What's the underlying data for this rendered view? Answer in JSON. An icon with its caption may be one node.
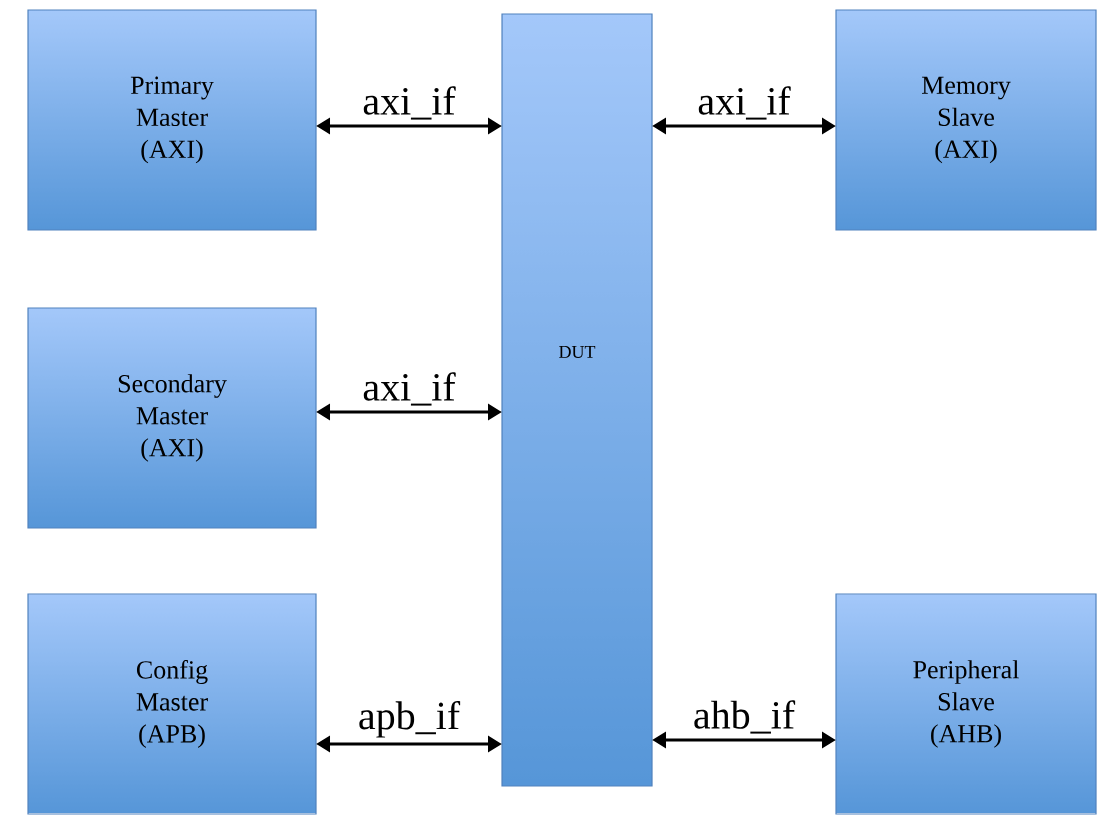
{
  "diagram": {
    "nodes": [
      {
        "text": [
          "Primary Master (AXI)"
        ]
      },
      {
        "text": [
          "DUT"
        ]
      },
      {
        "text": [
          "Memory Slave (AXI)"
        ]
      },
      {
        "text": [
          "Secondary Master (AXI)"
        ]
      },
      {
        "text": [
          "Config Master (APB)"
        ]
      },
      {
        "text": [
          "Peripheral Slave (AHB)"
        ]
      }
    ],
    "edges": [
      {
        "from": 0,
        "to": 1,
        "arrow": "both",
        "label": "axi_if"
      },
      {
        "from": 1,
        "to": 2,
        "arrow": "both",
        "label": "axi_if"
      },
      {
        "from": 3,
        "to": 1,
        "arrow": "both",
        "label": "axi_if"
      },
      {
        "from": 4,
        "to": 1,
        "arrow": "both",
        "label": "apb_if"
      },
      {
        "from": 1,
        "to": 5,
        "arrow": "both",
        "label": "ahb_if"
      }
    ]
  }
}
